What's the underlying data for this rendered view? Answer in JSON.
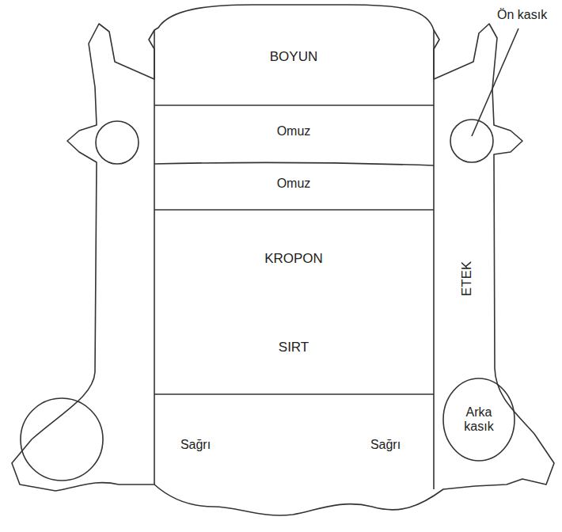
{
  "diagram": {
    "nodes": [
      {
        "text": [
          "BOYUN"
        ]
      },
      {
        "text": [
          "Omuz"
        ]
      },
      {
        "text": [
          "Omuz"
        ]
      },
      {
        "text": [
          "KROPON",
          "SIRT"
        ]
      },
      {
        "text": [
          "Sağrı",
          "Sağrı"
        ]
      },
      {
        "text": [
          "ETEK"
        ]
      },
      {
        "text": [
          "Arka kasık"
        ],
        "in": 5
      }
    ],
    "labels": [
      "Ön kasık"
    ]
  }
}
